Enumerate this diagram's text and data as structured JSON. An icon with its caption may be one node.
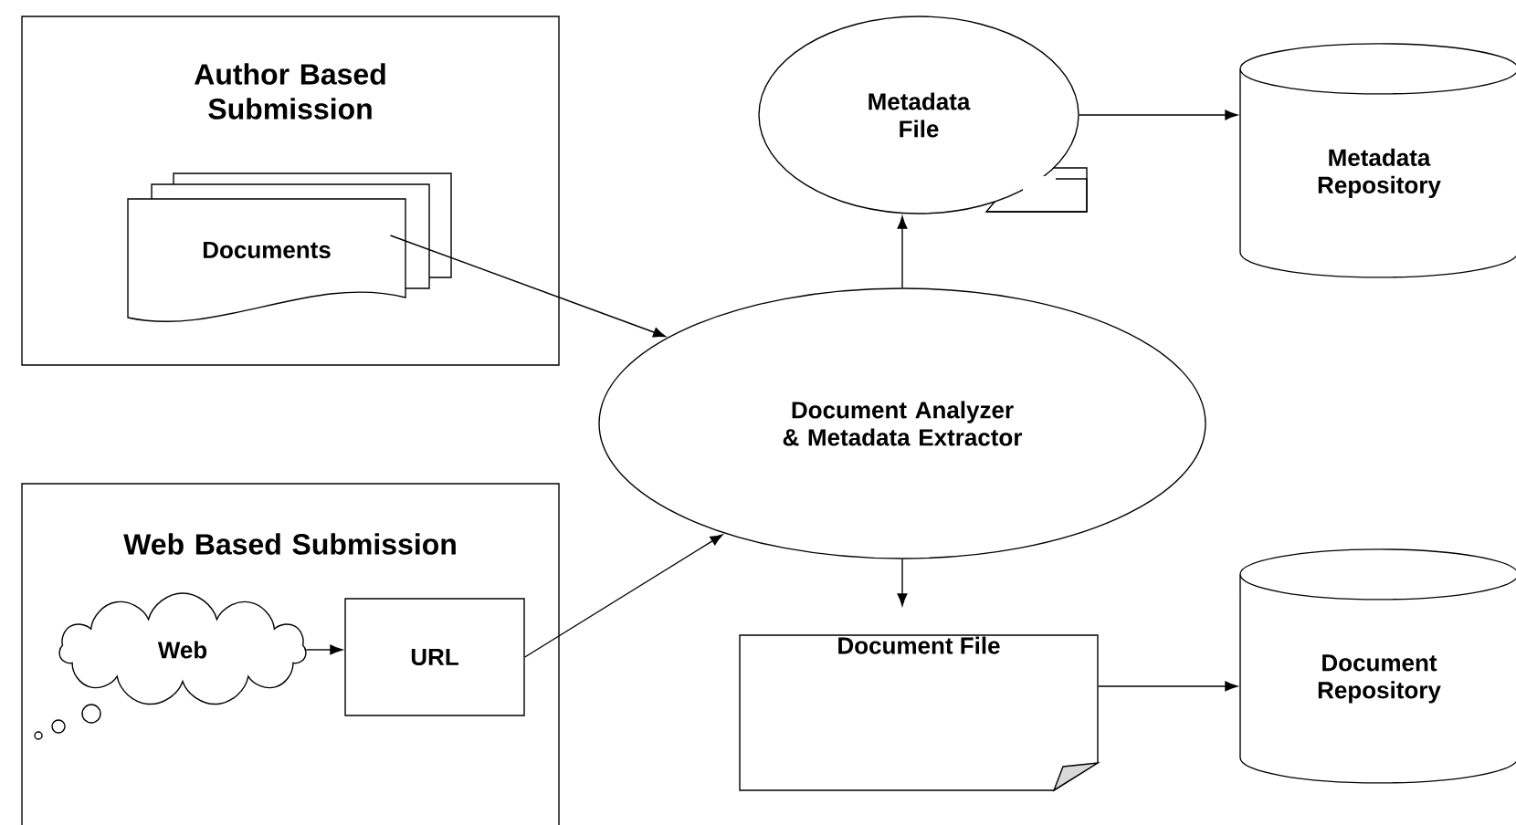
{
  "diagram": {
    "nodes": [
      {
        "text": [
          "Author Based Submission"
        ]
      },
      {
        "text": [
          "Documents"
        ],
        "in": 0
      },
      {
        "text": [
          "Web Based Submission"
        ]
      },
      {
        "text": [
          "Web"
        ],
        "in": 2
      },
      {
        "text": [
          "URL"
        ],
        "in": 2
      },
      {
        "text": [
          "Document Analyzer & Metadata Extractor"
        ]
      },
      {
        "text": [
          "Metadata File"
        ]
      },
      {
        "text": [
          "Metadata Repository"
        ]
      },
      {
        "text": [
          "Document File"
        ]
      },
      {
        "text": [
          "Document Repository"
        ]
      }
    ],
    "edges": [
      {
        "from": 1,
        "to": 5,
        "arrow": "to"
      },
      {
        "from": 3,
        "to": 4,
        "arrow": "to"
      },
      {
        "from": 4,
        "to": 5,
        "arrow": "to"
      },
      {
        "from": 5,
        "to": 6,
        "arrow": "to"
      },
      {
        "from": 6,
        "to": 7,
        "arrow": "to"
      },
      {
        "from": 5,
        "to": 8,
        "arrow": "to"
      },
      {
        "from": 8,
        "to": 9,
        "arrow": "to"
      }
    ]
  }
}
